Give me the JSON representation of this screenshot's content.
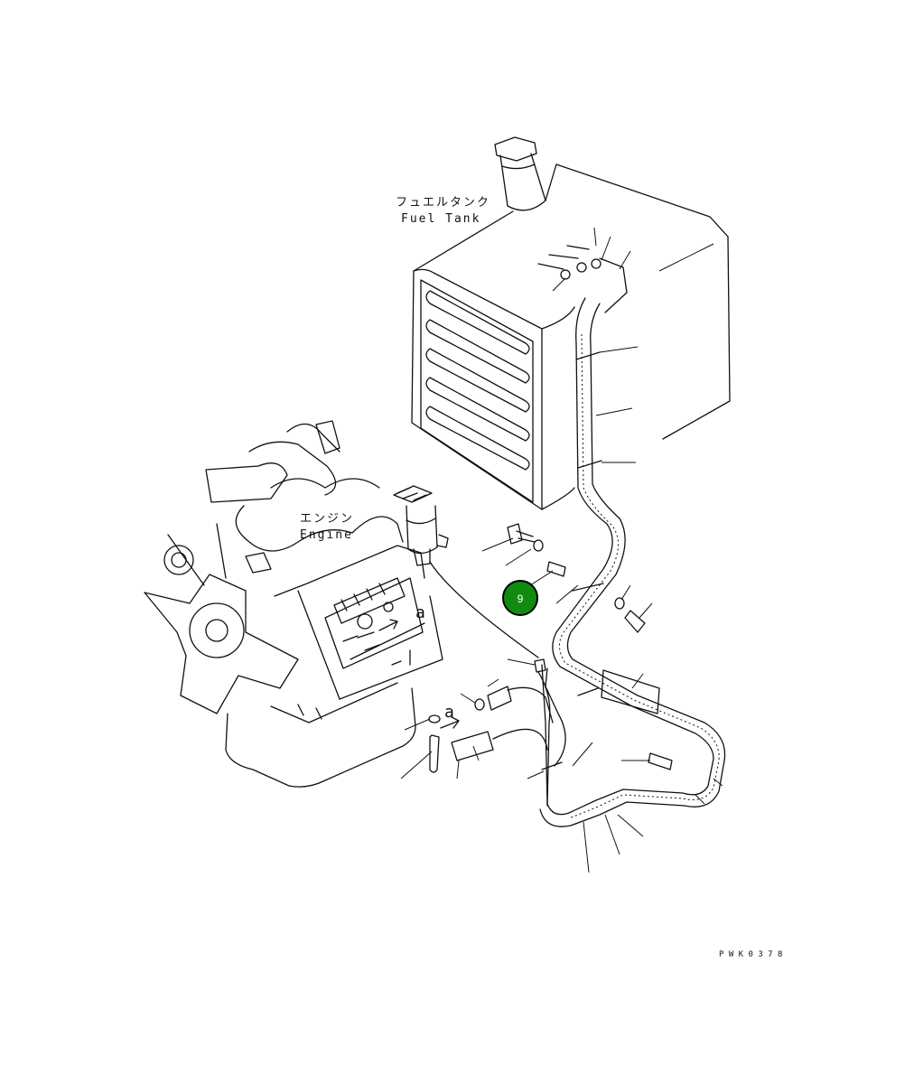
{
  "labels": {
    "fuel_tank_jp": "フュエルタンク",
    "fuel_tank_en": "Fuel Tank",
    "engine_jp": "エンジン",
    "engine_en": "Engine",
    "detail_a_1": "a",
    "detail_a_2": "a",
    "drawing_code": "P W K 0 3 7 8"
  },
  "callouts": [
    {
      "id": "9",
      "label": "9",
      "color": "#118a11"
    }
  ],
  "colors": {
    "line": "#111111",
    "background": "#ffffff",
    "callout_fill": "#118a11",
    "callout_ring": "#000000"
  }
}
